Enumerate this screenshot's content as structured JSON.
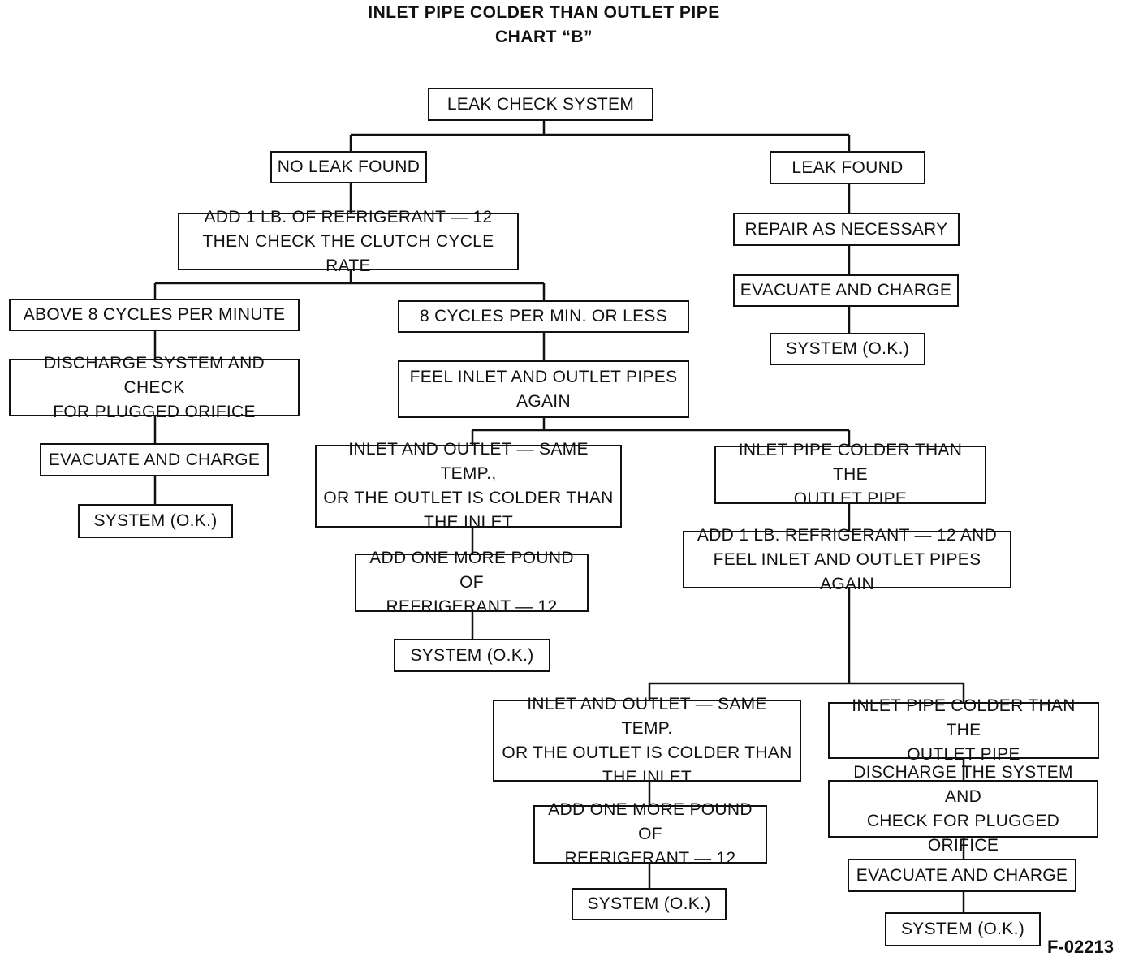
{
  "title": {
    "line1": "INLET PIPE COLDER THAN OUTLET PIPE",
    "line2": "CHART “B”"
  },
  "nodes": {
    "leak_check": "LEAK CHECK SYSTEM",
    "no_leak": "NO LEAK FOUND",
    "leak_found": "LEAK FOUND",
    "add_1lb": "ADD 1 LB. OF REFRIGERANT — 12\nTHEN CHECK THE CLUTCH CYCLE RATE",
    "repair": "REPAIR AS NECESSARY",
    "evac_right": "EVACUATE AND CHARGE",
    "ok_right": "SYSTEM (O.K.)",
    "above8": "ABOVE 8 CYCLES PER MINUTE",
    "le8": "8 CYCLES PER MIN. OR LESS",
    "discharge_left": "DISCHARGE SYSTEM AND CHECK\nFOR PLUGGED ORIFICE",
    "feel_again": "FEEL INLET AND OUTLET PIPES\nAGAIN",
    "evac_left": "EVACUATE AND CHARGE",
    "ok_left": "SYSTEM (O.K.)",
    "same_temp_1": "INLET AND OUTLET — SAME TEMP.,\nOR THE OUTLET IS COLDER THAN\nTHE INLET",
    "inlet_colder_1": "INLET PIPE COLDER THAN THE\nOUTLET PIPE",
    "add_more_1": "ADD ONE MORE POUND OF\nREFRIGERANT — 12",
    "add_1lb_feel": "ADD 1 LB. REFRIGERANT — 12 AND\nFEEL INLET AND OUTLET PIPES AGAIN",
    "ok_mid": "SYSTEM (O.K.)",
    "same_temp_2": "INLET AND OUTLET — SAME TEMP.\nOR THE OUTLET IS COLDER THAN\nTHE INLET",
    "inlet_colder_2": "INLET PIPE COLDER THAN THE\nOUTLET PIPE",
    "add_more_2": "ADD ONE MORE POUND OF\nREFRIGERANT — 12",
    "discharge_right": "DISCHARGE THE SYSTEM AND\nCHECK FOR PLUGGED ORIFICE",
    "ok_bottom_mid": "SYSTEM (O.K.)",
    "evac_bottom": "EVACUATE AND CHARGE",
    "ok_bottom_right": "SYSTEM (O.K.)"
  },
  "figure_code": "F-02213"
}
